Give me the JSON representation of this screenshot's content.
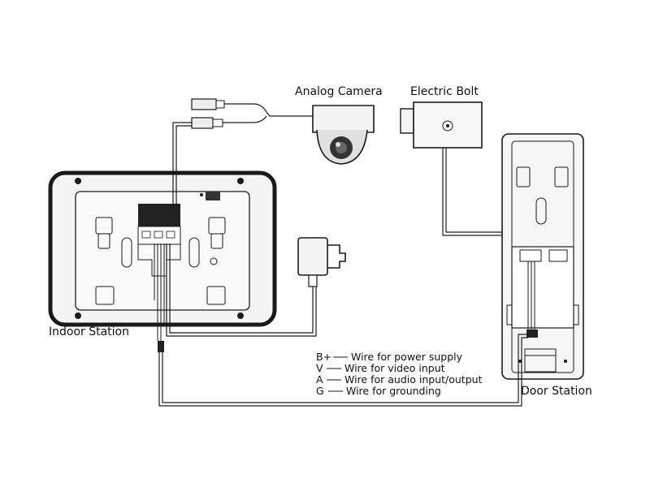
{
  "labels": {
    "analog_camera": "Analog Camera",
    "electric_bolt": "Electric Bolt",
    "indoor_station": "Indoor Station",
    "door_station": "Door Station"
  },
  "legend": [
    {
      "key": "B+",
      "text": "Wire for power supply"
    },
    {
      "key": "V",
      "text": "Wire for video input"
    },
    {
      "key": "A",
      "text": "Wire for audio input/output"
    },
    {
      "key": "G",
      "text": "Wire for grounding"
    }
  ]
}
